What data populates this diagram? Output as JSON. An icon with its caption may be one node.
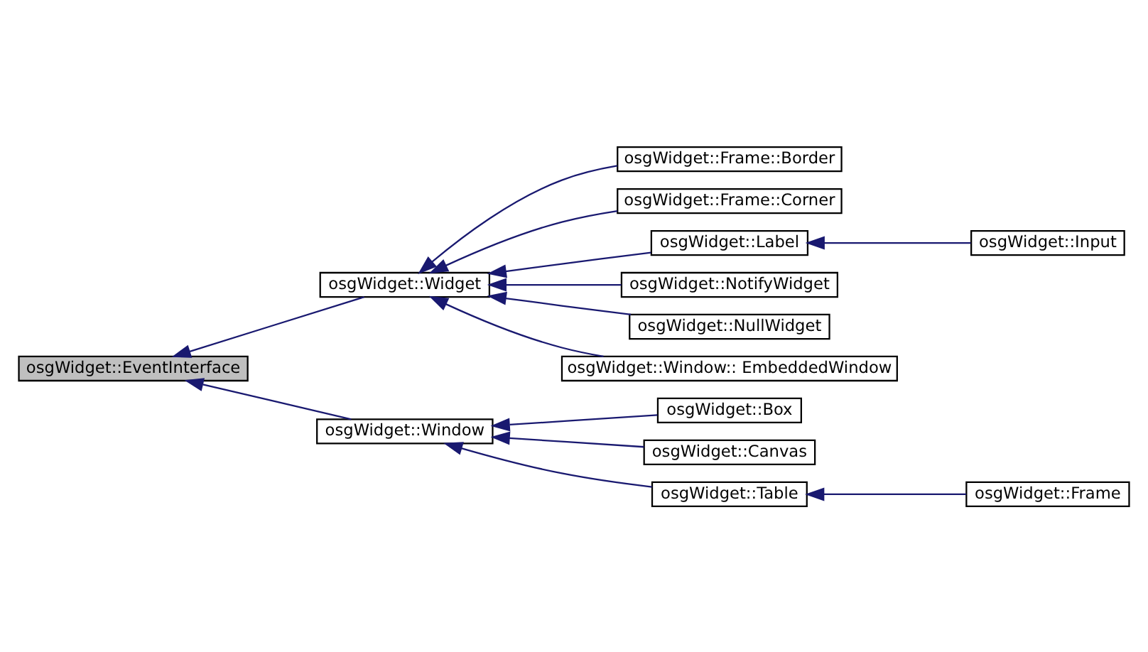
{
  "diagram": {
    "nodes": [
      {
        "text": [
          "osgWidget::EventInterface"
        ]
      },
      {
        "text": [
          "osgWidget::Widget"
        ]
      },
      {
        "text": [
          "osgWidget::Window"
        ]
      },
      {
        "text": [
          "osgWidget::Frame::Border"
        ]
      },
      {
        "text": [
          "osgWidget::Frame::Corner"
        ]
      },
      {
        "text": [
          "osgWidget::Label"
        ]
      },
      {
        "text": [
          "osgWidget::Input"
        ]
      },
      {
        "text": [
          "osgWidget::NotifyWidget"
        ]
      },
      {
        "text": [
          "osgWidget::NullWidget"
        ]
      },
      {
        "text": [
          "osgWidget::Window:: EmbeddedWindow"
        ]
      },
      {
        "text": [
          "osgWidget::Box"
        ]
      },
      {
        "text": [
          "osgWidget::Canvas"
        ]
      },
      {
        "text": [
          "osgWidget::Table"
        ]
      },
      {
        "text": [
          "osgWidget::Frame"
        ]
      }
    ],
    "edges": [
      {
        "from": 1,
        "to": 0,
        "arrow": "to"
      },
      {
        "from": 2,
        "to": 0,
        "arrow": "to"
      },
      {
        "from": 3,
        "to": 1,
        "arrow": "to"
      },
      {
        "from": 4,
        "to": 1,
        "arrow": "to"
      },
      {
        "from": 5,
        "to": 1,
        "arrow": "to"
      },
      {
        "from": 6,
        "to": 5,
        "arrow": "to"
      },
      {
        "from": 7,
        "to": 1,
        "arrow": "to"
      },
      {
        "from": 8,
        "to": 1,
        "arrow": "to"
      },
      {
        "from": 9,
        "to": 1,
        "arrow": "to"
      },
      {
        "from": 10,
        "to": 2,
        "arrow": "to"
      },
      {
        "from": 11,
        "to": 2,
        "arrow": "to"
      },
      {
        "from": 12,
        "to": 2,
        "arrow": "to"
      },
      {
        "from": 13,
        "to": 12,
        "arrow": "to"
      }
    ]
  }
}
